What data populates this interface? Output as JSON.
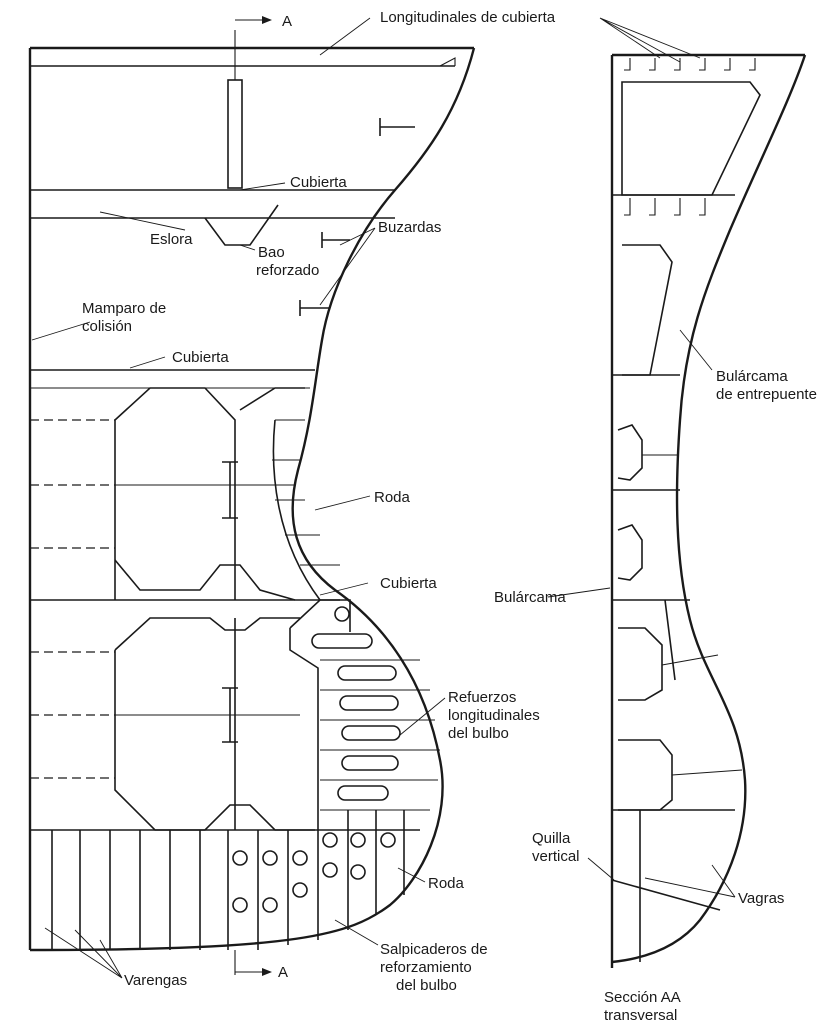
{
  "section_marker": "A",
  "labels": {
    "longitudinales_cubierta": "Longitudinales de cubierta",
    "cubierta_1": "Cubierta",
    "eslora": "Eslora",
    "bao_1": "Bao",
    "bao_2": "reforzado",
    "buzardas": "Buzardas",
    "mamparo_1": "Mamparo de",
    "mamparo_2": "colisión",
    "cubierta_2": "Cubierta",
    "roda_1": "Roda",
    "cubierta_3": "Cubierta",
    "refuerzos_1": "Refuerzos",
    "refuerzos_2": "longitudinales",
    "refuerzos_3": "del bulbo",
    "roda_2": "Roda",
    "salpicaderos_1": "Salpicaderos de",
    "salpicaderos_2": "reforzamiento",
    "salpicaderos_3": "del bulbo",
    "varengas": "Varengas",
    "bularcama_entrepuente_1": "Bulárcama",
    "bularcama_entrepuente_2": "de entrepuente",
    "bularcama": "Bulárcama",
    "quilla_1": "Quilla",
    "quilla_2": "vertical",
    "vagras": "Vagras",
    "seccion_1": "Sección AA",
    "seccion_2": "transversal"
  }
}
